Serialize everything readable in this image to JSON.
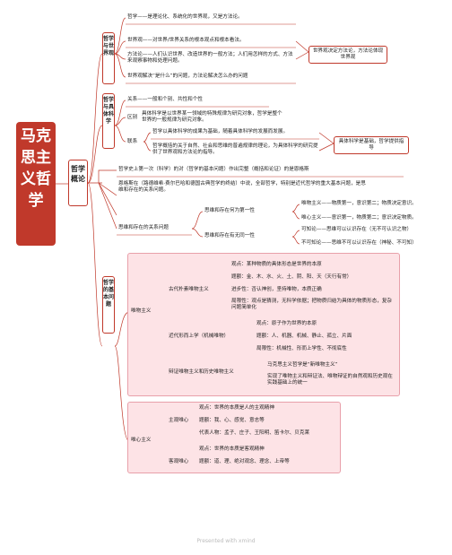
{
  "root": {
    "label": "马克思主义哲学"
  },
  "main": {
    "label": "哲学概论"
  },
  "sec1": {
    "label": "哲学与世界观",
    "items": [
      "哲学——是理论化、系统化的世界观，又是方法论。",
      "世界观——对世界/世界关系的根本观点和根本看法。",
      "方法论——人们认识世界、改造世界的一般方法；人们用怎样的方式、方法来观察事物和处理问题。",
      "世界观解决“是什么”的问题，方法论解决怎么办的问题"
    ],
    "note": "世界观决定方法论，方法论体现世界观"
  },
  "sec2": {
    "label": "哲学与具体科学",
    "relation": "关系",
    "relation_text": "——一般和个别、共性和个性",
    "difference": "区别",
    "difference_text": "具体科学是以世界某一领域的特殊规律为研究对象，哲学是整个世界的一般规律为研究对象。",
    "connection": "联系",
    "connection_texts": [
      "哲学以具体科学的成果为基础，随着具体科学的发展而发展。",
      "哲学概括的关于自然、社会和思维的普遍规律的理论，为具体科学的研究提供了世界观和方法论的指导。"
    ],
    "note": "具体科学是基础，哲学提供指导"
  },
  "sec3": {
    "intro": "哲学史上第一次（科学）的对（哲学的基本问题）作出完整（概括和论证）的是恩格斯",
    "engels": "恩格斯在（路德维希·费尔巴哈和德国古典哲学的终结）中说，全部哲学，特别是近代哲学的重大基本问题，是思维和存在的关系问题。",
    "label": "思维和存在的关系问题",
    "q1": "思维和存在何为第一性",
    "q1_items": [
      "唯物主义——物质第一，意识第二；物质决定意识。",
      "唯心主义——意识第一，物质第二；意识决定物质。"
    ],
    "q2": "思维和存在有无同一性",
    "q2_items": [
      "可知论——思维可以认识存在（无不可认识之物）",
      "不可知论——思维不可以认识存在（神秘、不可知）"
    ]
  },
  "sec4": {
    "label": "哲学的基本问题",
    "materialism": "唯物主义",
    "ancient": "古代朴素唯物主义",
    "ancient_items": [
      "观点：某种物质的具体形态是世界的本原",
      "题额：金、木、水、火、土、阴、阳、天（天行有常）",
      "进步性：否认神创，坚持唯物，本质正确",
      "局限性：观点是猜测，无科学依据；把物质归结为具体的物质形态，复杂问题简单化"
    ],
    "modern": "近代形而上学（机械唯物）",
    "modern_items": [
      "观点：原子作为世界的本原",
      "题额：人、机器、机械、静止、孤立、片面",
      "局限性：机械性、形而上学性、不彻底性"
    ],
    "dialectical": "辩证唯物主义和历史唯物主义",
    "dialectical_items": [
      "马克思主义哲学是“新唯物主义”",
      "实现了唯物主义和辩证法、唯物辩证的自然观和历史观在实践基础上的统一"
    ],
    "idealism": "唯心主义",
    "subjective": "主观唯心",
    "subjective_items": [
      "观点：世界的本质是人的主观精神",
      "题额：我、心、感觉、意志等",
      "代表人物：孟子、庄子、王阳明、笛卡尔、贝克莱"
    ],
    "objective": "客观唯心",
    "objective_items": [
      "观点：世界的本质是客观精神",
      "题额：道、理、绝对观念、理念、上帝等"
    ]
  },
  "footer": {
    "text": "Presented with xmind"
  },
  "colors": {
    "accent": "#c0392b",
    "pink": "#fde3e6"
  }
}
